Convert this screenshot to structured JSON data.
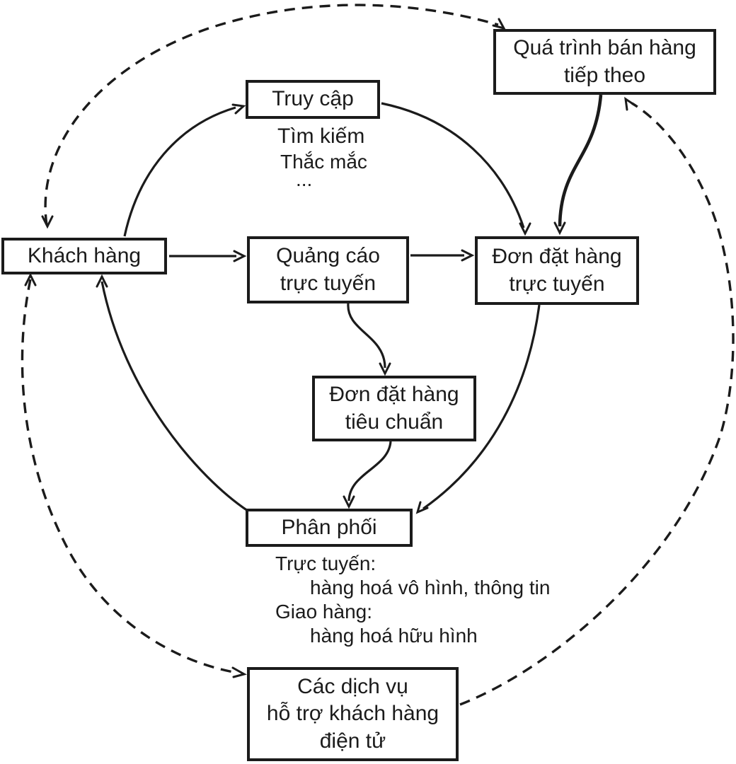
{
  "diagram": {
    "title": "E-commerce sales process (Vietnamese)",
    "colors": {
      "ink": "#1b1b1b",
      "background": "#ffffff"
    },
    "nodes": {
      "khach_hang": {
        "label": "Khách hàng"
      },
      "truy_cap": {
        "label": "Truy cập"
      },
      "quang_cao": {
        "label": "Quảng cáo\ntrực tuyến"
      },
      "don_truc_tuyen": {
        "label": "Đơn đặt hàng\ntrực tuyến"
      },
      "qua_trinh": {
        "label": "Quá trình bán hàng\ntiếp theo"
      },
      "don_tieu_chuan": {
        "label": "Đơn đặt hàng\ntiêu chuẩn"
      },
      "phan_phoi": {
        "label": "Phân phối"
      },
      "cac_dich_vu": {
        "label": "Các dịch vụ\nhỗ trợ khách hàng\nđiện tử"
      }
    },
    "notes": {
      "truy_cap": {
        "line1": "Tìm kiếm",
        "line2": "Thắc mắc",
        "line3": "..."
      },
      "phan_phoi": {
        "line1": "Trực tuyến:",
        "line2": "hàng hoá vô hình, thông tin",
        "line3": "Giao hàng:",
        "line4": "hàng hoá hữu hình"
      }
    }
  }
}
